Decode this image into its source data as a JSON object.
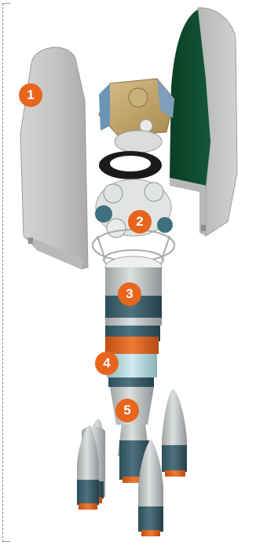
{
  "diagram": {
    "badge_color": "#e8651d",
    "fairing_inner_color": "#0f4a2c",
    "labels": [
      {
        "id": "1",
        "text": "1"
      },
      {
        "id": "2",
        "text": "2"
      },
      {
        "id": "3",
        "text": "3"
      },
      {
        "id": "4",
        "text": "4"
      },
      {
        "id": "5",
        "text": "5"
      }
    ]
  }
}
